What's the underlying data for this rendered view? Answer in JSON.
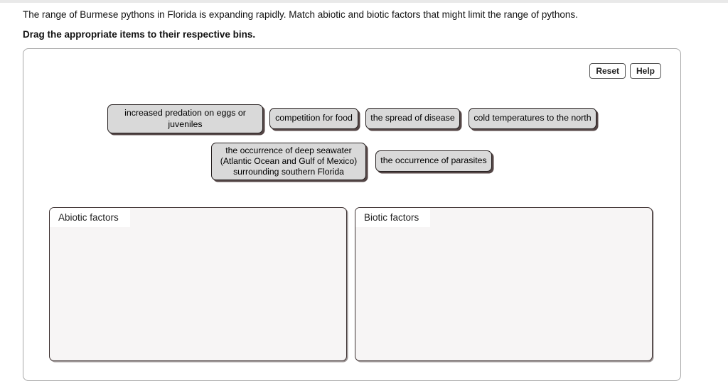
{
  "page": {
    "question": "The range of Burmese pythons in Florida is expanding rapidly. Match abiotic and biotic factors that might limit the range of pythons.",
    "instruction": "Drag the appropriate items to their respective bins."
  },
  "toolbar": {
    "reset_label": "Reset",
    "help_label": "Help"
  },
  "items": [
    {
      "label": "increased predation on eggs or juveniles"
    },
    {
      "label": "competition for food"
    },
    {
      "label": "the spread of disease"
    },
    {
      "label": "cold temperatures to the north"
    },
    {
      "label": "the occurrence of deep seawater (Atlantic Ocean and Gulf of Mexico) surrounding southern Florida"
    },
    {
      "label": "the occurrence of parasites"
    }
  ],
  "bins": [
    {
      "label": "Abiotic factors"
    },
    {
      "label": "Biotic factors"
    }
  ],
  "colors": {
    "item_fill": "#d9d9d9",
    "item_border": "#262020",
    "item_shadow": "#362626",
    "bin_fill": "#f7f5f5",
    "bin_border": "#3d3131",
    "panel_border": "#a8a8a8",
    "top_strip": "#e9e9e9",
    "text": "#111111"
  }
}
